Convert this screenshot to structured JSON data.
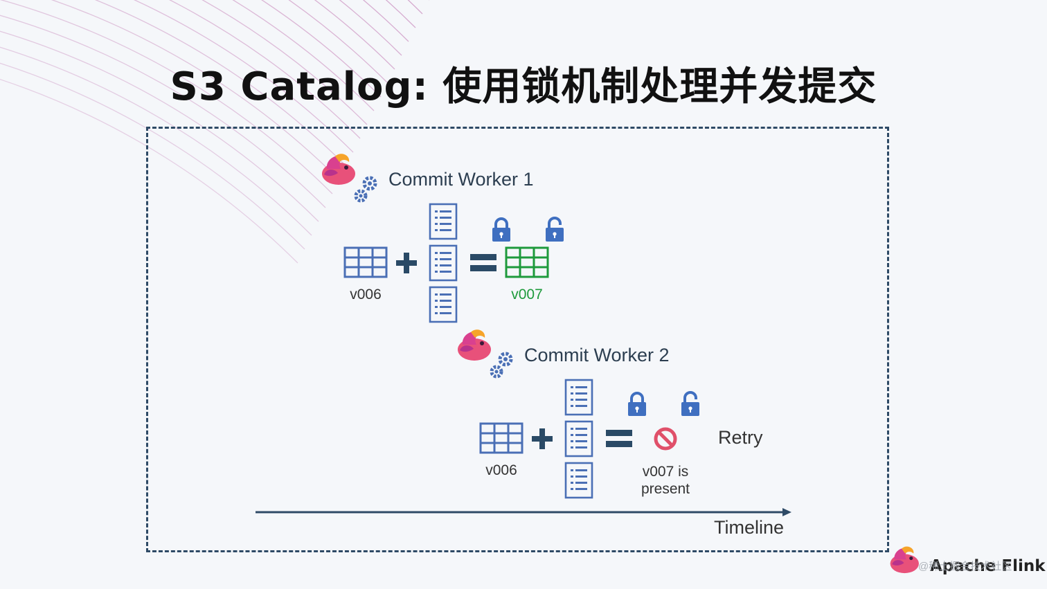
{
  "slide": {
    "title": "S3 Catalog: 使用锁机制处理并发提交",
    "brand": "Apache Flink",
    "watermark": "@稀土掘金技术社区"
  },
  "worker1": {
    "label": "Commit Worker 1",
    "base_version": "v006",
    "result_version": "v007"
  },
  "worker2": {
    "label": "Commit Worker 2",
    "base_version": "v006",
    "result_note_line1": "v007 is",
    "result_note_line2": "present",
    "action": "Retry"
  },
  "timeline": {
    "label": "Timeline"
  },
  "colors": {
    "icon_blue": "#4a6fb5",
    "lock_blue": "#3f6fc0",
    "operator": "#2a4a66",
    "success_green": "#1e9a3c",
    "blocked_red": "#e0506a",
    "frame": "#2e4a66"
  },
  "icons": [
    "flink-squirrel-icon",
    "gears-icon",
    "table-icon",
    "manifest-icon",
    "plus-icon",
    "equals-icon",
    "lock-closed-icon",
    "lock-open-icon",
    "blocked-icon"
  ]
}
